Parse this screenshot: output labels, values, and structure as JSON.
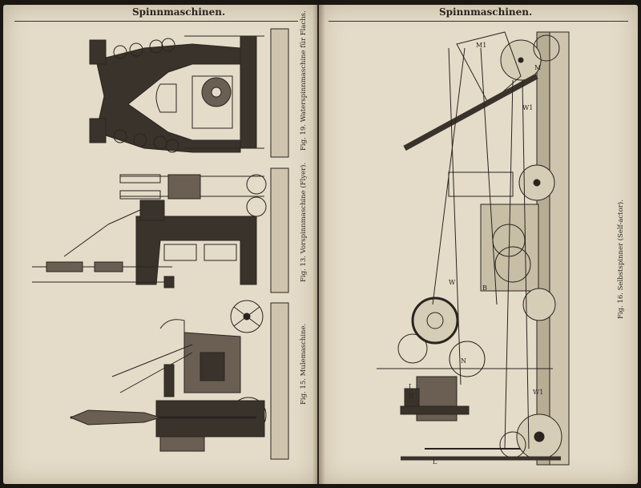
{
  "pages": {
    "left": {
      "title": "Spinnmaschinen.",
      "captions": {
        "fig19": "Fig. 19. Waterspinnmaschine für Flachs.",
        "fig13": "Fig. 13. Vorspinnmaschine (Flyer).",
        "fig15": "Fig. 15. Mulemaschine."
      }
    },
    "right": {
      "title": "Spinnmaschinen.",
      "captions": {
        "fig16": "Fig. 16. Selbstspinner (Self-actor)."
      },
      "labels": {
        "M1": "M1",
        "M": "M",
        "W1": "W1",
        "W": "W",
        "N": "N",
        "B": "B",
        "L": "L",
        "I": "I",
        "II": "II"
      }
    }
  },
  "colors": {
    "paper": "#e4dcc8",
    "ink": "#2a2420",
    "background": "#1a1612"
  }
}
